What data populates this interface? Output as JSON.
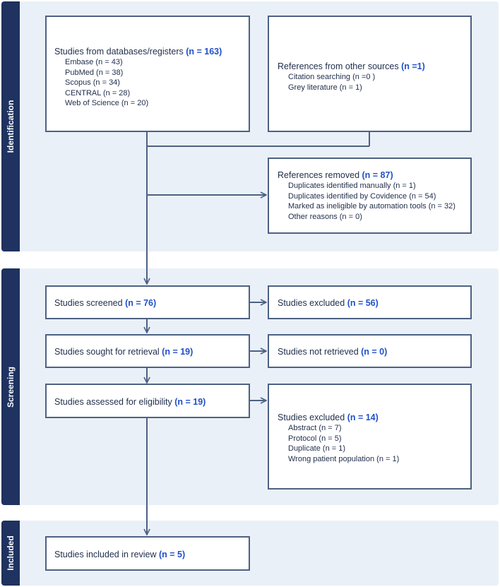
{
  "phases": {
    "identification": "Identification",
    "screening": "Screening",
    "included": "Included"
  },
  "identification": {
    "databases": {
      "label": "Studies from databases/registers ",
      "count": "(n = 163)",
      "items": [
        "Embase (n = 43)",
        "PubMed (n = 38)",
        "Scopus (n = 34)",
        "CENTRAL (n = 28)",
        "Web of Science (n = 20)"
      ]
    },
    "other_sources": {
      "label": "References from other sources ",
      "count": "(n =1)",
      "items": [
        "Citation searching (n =0 )",
        "Grey literature (n = 1)"
      ]
    },
    "removed": {
      "label": "References removed ",
      "count": "(n = 87)",
      "items": [
        "Duplicates identified manually (n = 1)",
        "Duplicates identified by Covidence (n = 54)",
        "Marked as ineligible by automation tools (n = 32)",
        "Other reasons (n = 0)"
      ]
    }
  },
  "screening": {
    "screened": {
      "label": "Studies screened ",
      "count": "(n = 76)"
    },
    "excluded": {
      "label": "Studies excluded ",
      "count": "(n = 56)"
    },
    "sought": {
      "label": "Studies sought for retrieval ",
      "count": "(n = 19)"
    },
    "not_retrieved": {
      "label": "Studies not retrieved ",
      "count": "(n = 0)"
    },
    "assessed": {
      "label": "Studies assessed for eligibility ",
      "count": "(n = 19)"
    },
    "excluded_eligibility": {
      "label": "Studies excluded ",
      "count": "(n = 14)",
      "items": [
        "Abstract (n = 7)",
        "Protocol (n = 5)",
        "Duplicate (n = 1)",
        "Wrong patient population (n = 1)"
      ]
    }
  },
  "included": {
    "review": {
      "label": "Studies included in review ",
      "count": "(n = 5)"
    }
  },
  "colors": {
    "phase_label_bg": "#1f3260",
    "phase_bg": "#eaf0f8",
    "box_border": "#4d6183",
    "count_text": "#2050c8"
  }
}
